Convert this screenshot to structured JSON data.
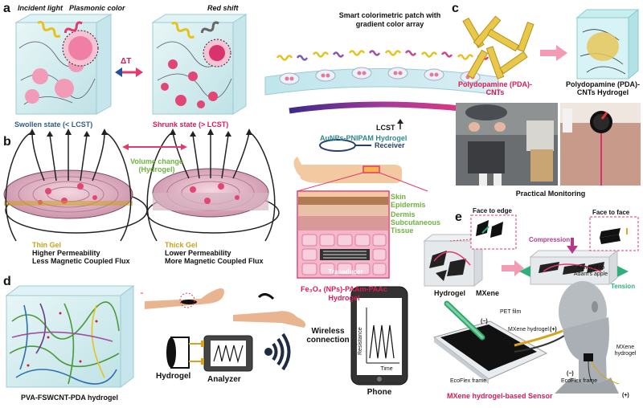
{
  "colors": {
    "blue": "#2f5d8c",
    "red": "#d81b55",
    "green": "#6db33f",
    "teal": "#2d8c8a",
    "yellow": "#c9a21a",
    "pink": "#e2548a"
  },
  "panel_letters": {
    "a": "a",
    "b": "b",
    "c": "c",
    "d": "d",
    "e": "e"
  },
  "panel_a": {
    "incident_light": "Incident light",
    "plasmonic_color": "Plasmonic color",
    "red_shift": "Red shift",
    "delta_t": "ΔT",
    "swollen_state": "Swollen state (< LCST)",
    "shrunk_state": "Shrunk state (> LCST)",
    "patch_title_1": "Smart colorimetric patch with",
    "patch_title_2": "gradient color array",
    "lcst": "LCST",
    "hydrogel_label": "AuNPs-PNIPAM Hydrogel"
  },
  "panel_b": {
    "volume_change_1": "Volume change",
    "volume_change_2": "(Hydrogel)",
    "thin_gel": "Thin Gel",
    "thin_line1": "Higher Permeability",
    "thin_line2": "Less Magnetic Coupled Flux",
    "thick_gel": "Thick Gel",
    "thick_line1": "Lower Permeability",
    "thick_line2": "More Magnetic Coupled Flux",
    "receiver": "Receiver",
    "skin": "Skin",
    "epidermis": "Epidermis",
    "dermis": "Dermis",
    "subcutaneous_1": "Subcutaneous",
    "subcutaneous_2": "Tissue",
    "transducer": "Transducer",
    "fe3o4_title_1": "Fe₃O₄ (NPs)-PAAm-PAAc",
    "fe3o4_title_2": "Hydrogel"
  },
  "panel_c": {
    "pda_cnts_1": "Polydopamine (PDA)-",
    "pda_cnts_2": "CNTs",
    "pda_hydrogel_1": "Polydopamine (PDA)-",
    "pda_hydrogel_2": "CNTs Hydrogel",
    "practical_monitoring": "Practical Monitoring"
  },
  "panel_d": {
    "hydrogel_label": "PVA-FSWCNT-PDA hydrogel",
    "hydrogel": "Hydrogel",
    "analyzer": "Analyzer",
    "wireless_1": "Wireless",
    "wireless_2": "connection",
    "phone": "Phone",
    "resistance": "Resistance",
    "time": "Time"
  },
  "panel_e": {
    "face_to_edge": "Face to edge",
    "face_to_face": "Face to face",
    "compression": "Compression",
    "tension": "Tension",
    "hydrogel": "Hydrogel",
    "mxene": "MXene",
    "pet_film": "PET film",
    "minus": "(−)",
    "plus": "(+)",
    "mxene_hydrogel": "MXene hydrogel",
    "ecoflex_frame": "EcoFlex frame",
    "sensor_label": "MXene hydrogel-based Sensor",
    "adhered_1": "Adhered to",
    "adhered_2": "Adam's apple",
    "mxene_h_1": "MXene",
    "mxene_h_2": "hydrogel",
    "minus2": "(−)",
    "ecoflex2": "EcoFlex frame",
    "plus2": "(+)"
  }
}
